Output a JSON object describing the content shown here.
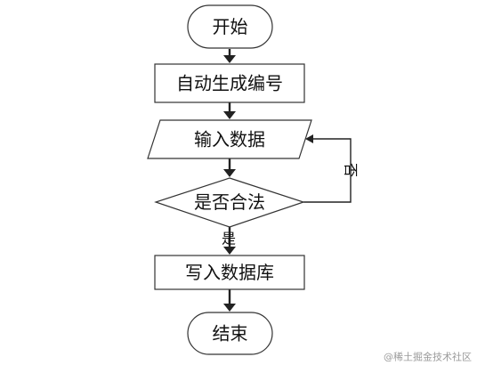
{
  "nodes": {
    "start": {
      "label": "开始"
    },
    "auto_number": {
      "label": "自动生成编号"
    },
    "input_data": {
      "label": "输入数据"
    },
    "is_valid": {
      "label": "是否合法"
    },
    "write_db": {
      "label": "写入数据库"
    },
    "end": {
      "label": "结束"
    }
  },
  "edges": {
    "no_label": "否",
    "yes_label": "是"
  },
  "watermark": "@稀土掘金技术社区",
  "colors": {
    "stroke": "#333333",
    "fill": "#ffffff",
    "text": "#111111",
    "watermark": "#9a9a9a"
  }
}
